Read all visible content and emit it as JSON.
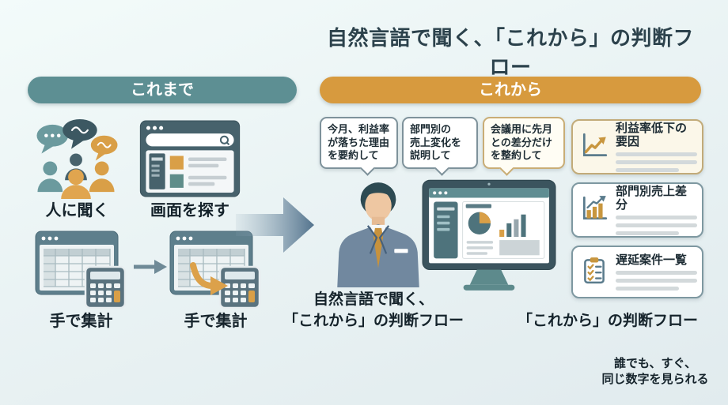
{
  "title": "自然言語で聞く、「これから」の判断フロー",
  "sections": {
    "before": {
      "header": "これまで"
    },
    "after": {
      "header": "これから"
    }
  },
  "before": {
    "items": [
      {
        "label": "人に聞く",
        "icon": "people-chat-icon"
      },
      {
        "label": "画面を探す",
        "icon": "browser-search-icon"
      },
      {
        "label": "手で集計",
        "icon": "spreadsheet-calculator-icon"
      },
      {
        "label": "手で集計",
        "icon": "spreadsheet-calculator-transfer-icon"
      }
    ]
  },
  "after": {
    "bubbles": [
      {
        "lines": [
          "今月、利益率",
          "が落ちた理由",
          "を要約して"
        ]
      },
      {
        "lines": [
          "部門別の",
          "売上変化を",
          "説明して"
        ]
      },
      {
        "lines": [
          "会議用に先月",
          "との差分だけ",
          "を整約して"
        ]
      }
    ],
    "person_caption": {
      "line1": "自然言語で聞く、",
      "line2": "「これから」の判断フロー"
    },
    "monitor_caption": "「これから」の判断フロー",
    "panels": [
      {
        "title": "利益率低下の要因",
        "icon": "line-chart-icon"
      },
      {
        "title": "部門別売上差分",
        "icon": "bar-chart-icon"
      },
      {
        "title": "遅延案件一覧",
        "icon": "checklist-icon"
      }
    ]
  },
  "footnote": {
    "line1": "誰でも、すぐ、",
    "line2": "同じ数字を見られる"
  },
  "colors": {
    "before_header_bg": "#5d8f93",
    "after_header_bg": "#d79a3e",
    "accent_teal": "#5f8d92",
    "accent_orange": "#d99f47",
    "accent_slate": "#47626c",
    "text_dark": "#15232b"
  }
}
